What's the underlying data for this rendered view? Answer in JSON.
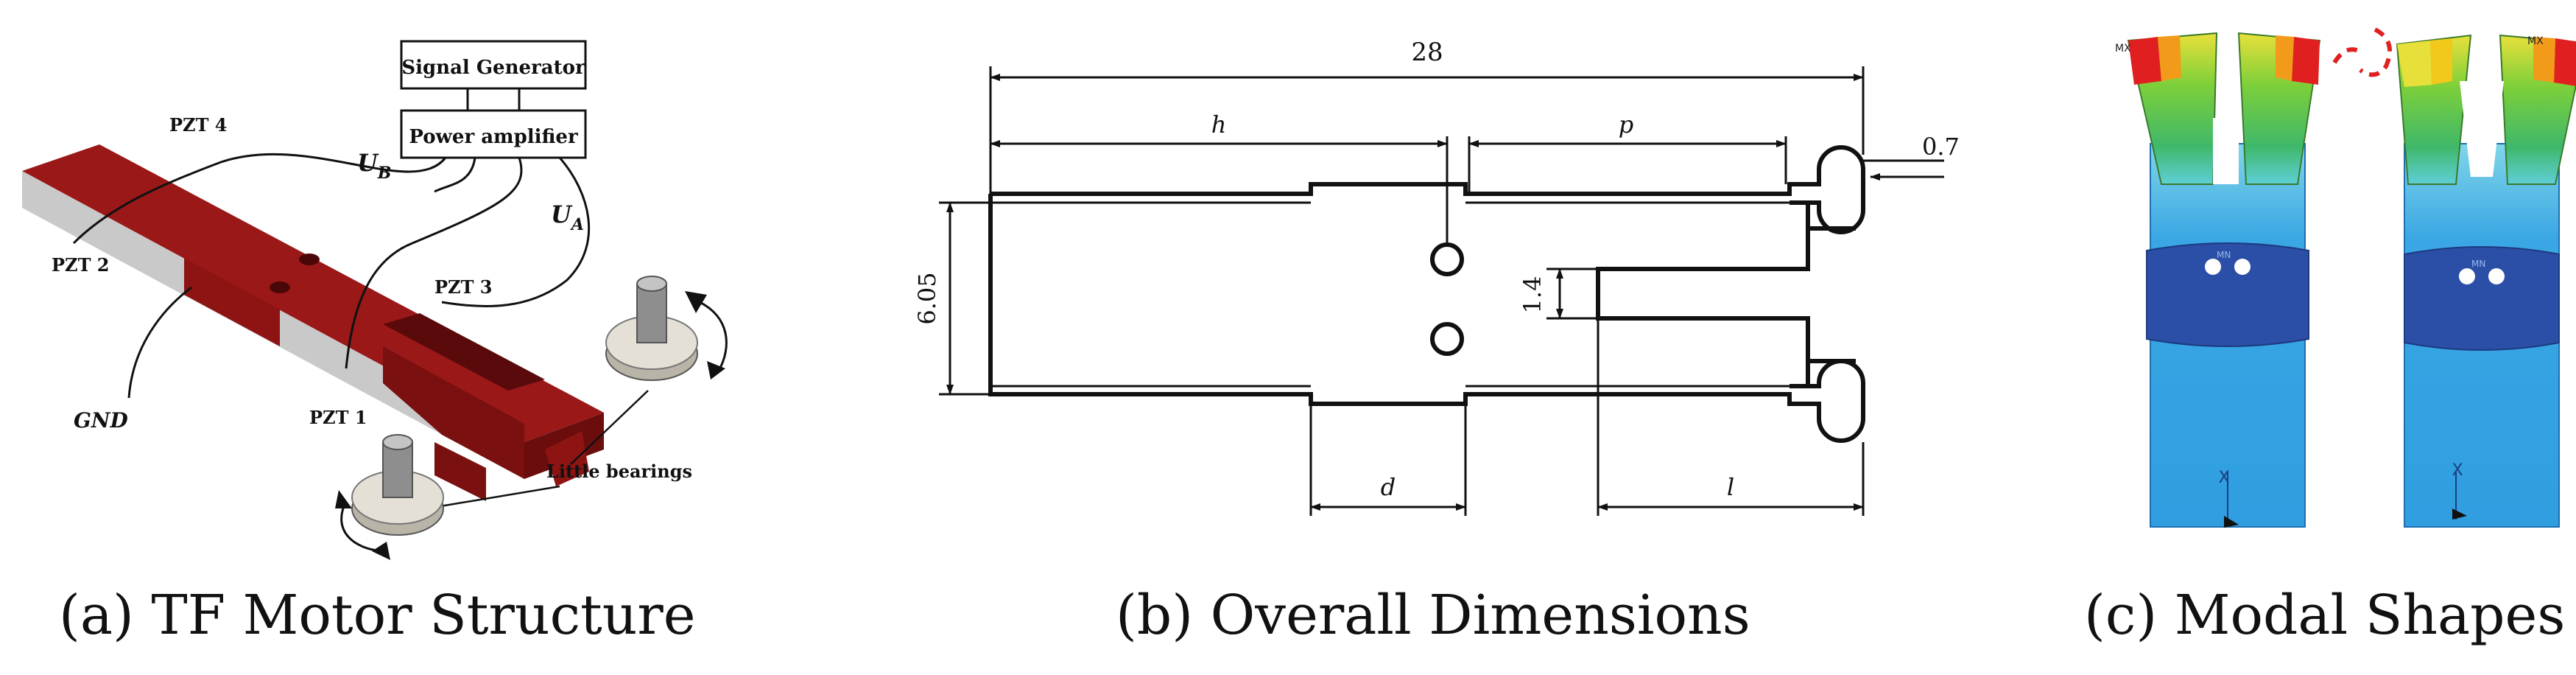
{
  "captions": {
    "a": "(a) TF Motor Structure",
    "b": "(b) Overall Dimensions",
    "c": "(c) Modal Shapes"
  },
  "panel_a": {
    "signal_generator": "Signal Generator",
    "power_amplifier": "Power amplifier",
    "pzt1": "PZT 1",
    "pzt2": "PZT 2",
    "pzt3": "PZT 3",
    "pzt4": "PZT 4",
    "ub": "U",
    "ub_sub": "B",
    "ua": "U",
    "ua_sub": "A",
    "gnd": "GND",
    "bearings": "Little bearings",
    "colors": {
      "body": "#8e1414",
      "body_dark": "#6b0d0d",
      "side": "#c8c8c8"
    }
  },
  "panel_b": {
    "dim_total": "28",
    "dim_h": "h",
    "dim_p": "p",
    "dim_tip": "0.7",
    "dim_width": "6.05",
    "dim_slot": "1.4",
    "dim_d": "d",
    "dim_l": "l"
  },
  "panel_c": {
    "node_labels": [
      "MX",
      "MX",
      "MN",
      "MN"
    ],
    "axis_label": "X",
    "colors": {
      "blue": "#2f9ee0",
      "dark_blue": "#2b4fa6",
      "green": "#5fbf3a",
      "yellow": "#e8e03a",
      "red": "#e02020"
    }
  }
}
